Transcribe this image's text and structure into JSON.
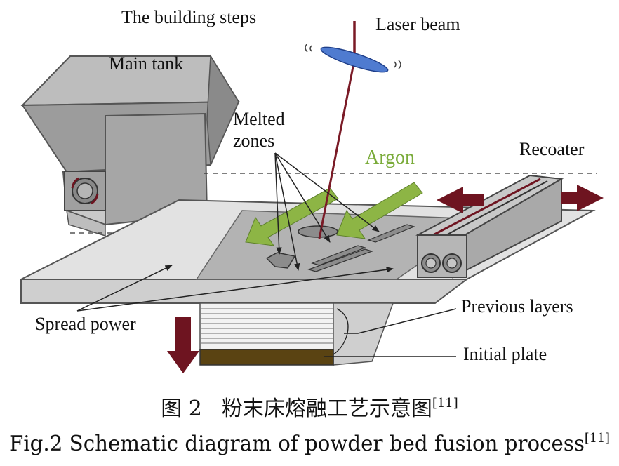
{
  "labels": {
    "building_steps": "The building steps",
    "laser_beam": "Laser beam",
    "main_tank": "Main tank",
    "melted_zones_line1": "Melted",
    "melted_zones_line2": "zones",
    "argon": "Argon",
    "recoater": "Recoater",
    "previous_layers": "Previous layers",
    "spread_power": "Spread power",
    "initial_plate": "Initial plate"
  },
  "caption": {
    "zh_prefix": "图 2",
    "zh_title": "粉末床熔融工艺示意图",
    "en": "Fig.2 Schematic diagram of powder bed fusion process",
    "ref": "[11]"
  },
  "colors": {
    "argon_arrow": "#8db545",
    "argon_text": "#7aab3a",
    "motion_arrow": "#6e1420",
    "plate": "#5a4312",
    "laser": "#7a1a26",
    "lens": "#4f7bd0",
    "metal_light": "#d2d2d2",
    "metal_mid": "#a9a9a9",
    "metal_dark": "#7f7f7f"
  }
}
